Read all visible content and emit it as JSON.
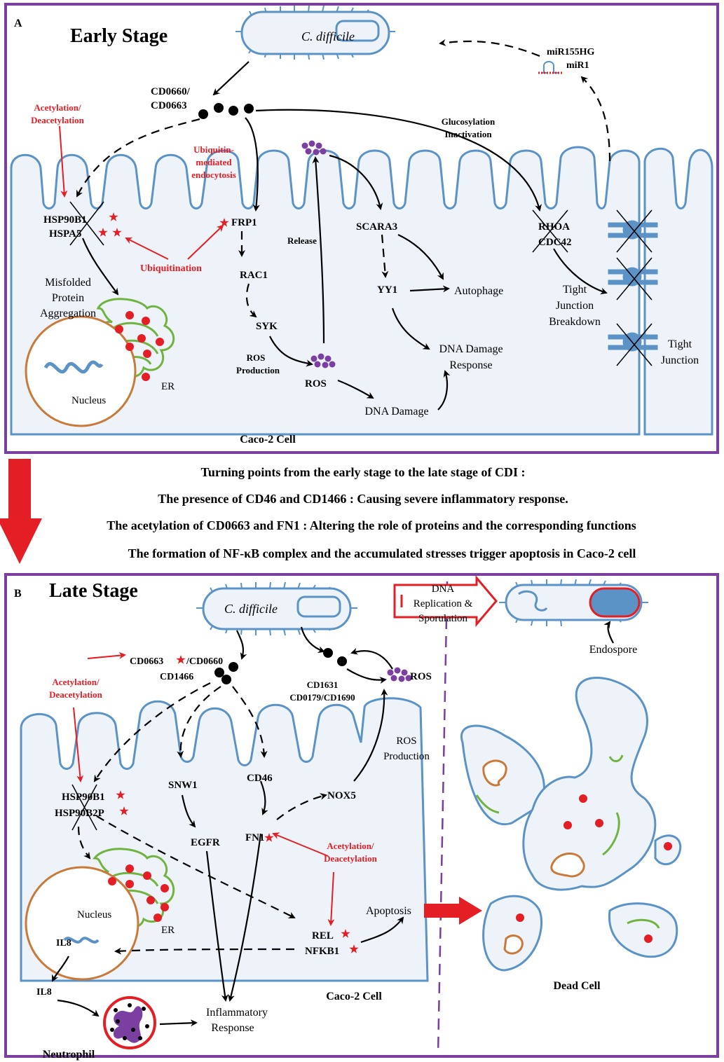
{
  "panelA": {
    "letter": "A",
    "title": "Early Stage",
    "bacterium": "C. difficile",
    "mirna": [
      "miR155HG",
      "miR1"
    ],
    "toxins": [
      "CD0660/",
      "CD0663"
    ],
    "acetyl": [
      "Acetylation/",
      "Deacetylation"
    ],
    "ubiq_endo": [
      "Ubiquitin-",
      "mediated",
      "endocytosis"
    ],
    "glucosyl": [
      "Glucosylation",
      "Inactivation"
    ],
    "hsp": [
      "HSP90B1",
      "HSPA5"
    ],
    "frp1": "FRP1",
    "ubiquitination": "Ubiquitination",
    "misfolded": [
      "Misfolded",
      "Protein",
      "Aggregation"
    ],
    "rac1": "RAC1",
    "syk": "SYK",
    "ros_prod": [
      "ROS",
      "Production"
    ],
    "ros": "ROS",
    "release": "Release",
    "scara3": "SCARA3",
    "yy1": "YY1",
    "autophage": "Autophage",
    "ddr": [
      "DNA Damage",
      "Response"
    ],
    "dna_damage": "DNA Damage",
    "rhoa": [
      "RHOA",
      "CDC42"
    ],
    "tj_breakdown": [
      "Tight",
      "Junction",
      "Breakdown"
    ],
    "tj": [
      "Tight",
      "Junction"
    ],
    "nucleus": "Nucleus",
    "er": "ER",
    "cell_label": "Caco-2 Cell"
  },
  "turning": [
    "Turning points from the early stage to the late stage of CDI :",
    "The presence of CD46 and CD1466 : Causing severe inflammatory response.",
    "The acetylation of CD0663 and FN1 : Altering the role of proteins and the corresponding functions",
    "The formation of NF-κB complex and the accumulated stresses trigger apoptosis in Caco-2 cell"
  ],
  "panelB": {
    "letter": "B",
    "title": "Late Stage",
    "bacterium": "C. difficile",
    "dna_rep": [
      "DNA",
      "Replication &",
      "Sporulation"
    ],
    "endospore": "Endospore",
    "toxins": [
      "CD0663",
      "/CD0660",
      "CD1466"
    ],
    "acetyl": [
      "Acetylation/",
      "Deacetylation"
    ],
    "cd1631": [
      "CD1631",
      "CD0179/CD1690"
    ],
    "ros": "ROS",
    "ros_prod": [
      "ROS",
      "Production"
    ],
    "hsp": [
      "HSP90B1",
      "HSP90B2P"
    ],
    "snw1": "SNW1",
    "cd46": "CD46",
    "nox5": "NOX5",
    "egfr": "EGFR",
    "fn1": "FN1",
    "acetyl2": [
      "Acetylation/",
      "Deacetylation"
    ],
    "nucleus": "Nucleus",
    "er": "ER",
    "il8_in": "IL8",
    "il8_out": "IL8",
    "rel": [
      "REL",
      "NFKB1"
    ],
    "apoptosis": "Apoptosis",
    "neutrophil": "Neutrophil",
    "inflam": [
      "Inflammatory",
      "Response"
    ],
    "cell_label": "Caco-2 Cell",
    "dead_cell": "Dead Cell"
  },
  "colors": {
    "frame": "#7a3fa0",
    "cell_stroke": "#5b93c7",
    "red": "#e31e24",
    "ros": "#7a3fa0",
    "er": "#71b340",
    "nucleus": "#c97a3a"
  }
}
